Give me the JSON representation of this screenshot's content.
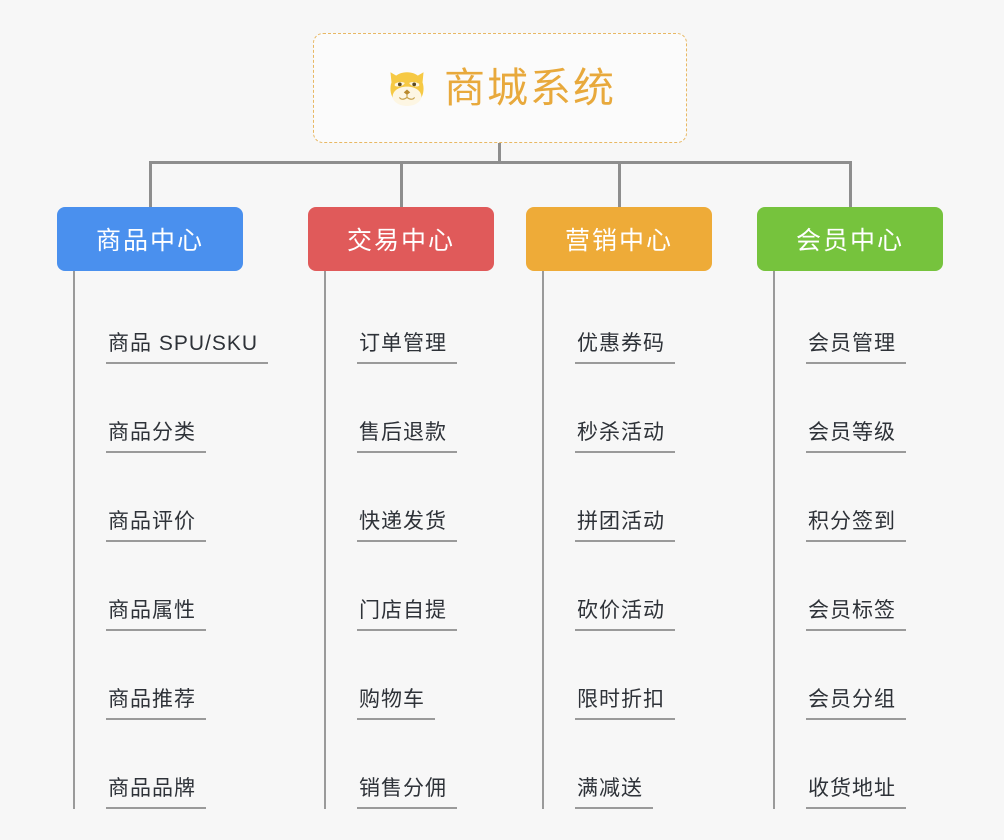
{
  "root": {
    "title": "商城系统",
    "icon": "shiba-dog-face-icon",
    "border_color": "#e8b864",
    "text_color": "#e8a93c"
  },
  "theme": {
    "background": "#f7f7f7",
    "connector_color": "#8e8e8e",
    "leaf_text_color": "#2e3238",
    "leaf_rule_color": "#9a9a9a"
  },
  "columns": [
    {
      "title": "商品中心",
      "color": "#4a90ee",
      "items": [
        "商品 SPU/SKU",
        "商品分类",
        "商品评价",
        "商品属性",
        "商品推荐",
        "商品品牌"
      ]
    },
    {
      "title": "交易中心",
      "color": "#e05a5a",
      "items": [
        "订单管理",
        "售后退款",
        "快递发货",
        "门店自提",
        "购物车",
        "销售分佣"
      ]
    },
    {
      "title": "营销中心",
      "color": "#eeab38",
      "items": [
        "优惠券码",
        "秒杀活动",
        "拼团活动",
        "砍价活动",
        "限时折扣",
        "满减送"
      ]
    },
    {
      "title": "会员中心",
      "color": "#76c33d",
      "items": [
        "会员管理",
        "会员等级",
        "积分签到",
        "会员标签",
        "会员分组",
        "收货地址"
      ]
    }
  ]
}
